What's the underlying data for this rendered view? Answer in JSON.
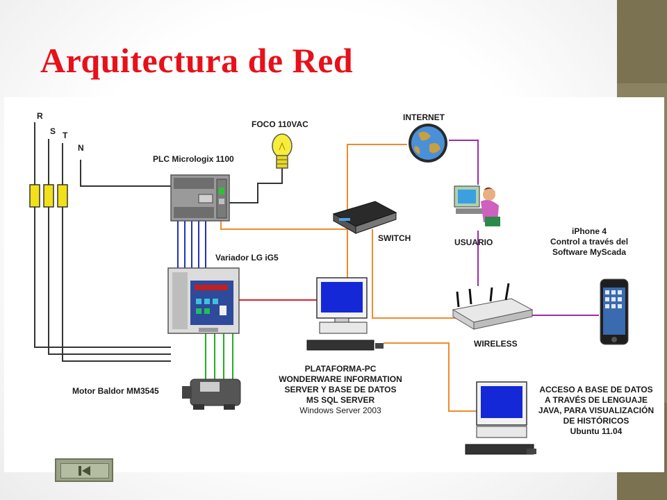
{
  "slide": {
    "title": "Arquitectura de Red"
  },
  "diagram": {
    "phases": {
      "r": "R",
      "s": "S",
      "t": "T",
      "n": "N"
    },
    "plc_label": "PLC Micrologix 1100",
    "lamp_label": "FOCO 110VAC",
    "drive_label": "Variador LG iG5",
    "motor_label": "Motor Baldor MM3545",
    "internet_label": "INTERNET",
    "switch_label": "SWITCH",
    "user_label": "USUARIO",
    "iphone_lines": [
      "iPhone 4",
      "Control a través del",
      "Software MyScada"
    ],
    "wireless_label": "WIRELESS",
    "server_lines": [
      "PLATAFORMA-PC",
      "WONDERWARE INFORMATION",
      "SERVER Y BASE DE DATOS",
      "MS SQL SERVER",
      "Windows Server 2003"
    ],
    "client_lines": [
      "ACCESO A BASE DE DATOS",
      "A TRAVÉS DE LENGUAJE",
      "JAVA, PARA VISUALIZACIÓN",
      "DE HISTÓRICOS",
      "Ubuntu 11.04"
    ]
  },
  "colors": {
    "title": "#e8101a",
    "ethernet": "#f08a2c",
    "wifi": "#a02aa8",
    "serial": "#d8202a",
    "power": "#333333",
    "control": "#2030c0",
    "motor": "#20b020"
  },
  "icons": {
    "nav_button": "back-to-start-icon"
  }
}
